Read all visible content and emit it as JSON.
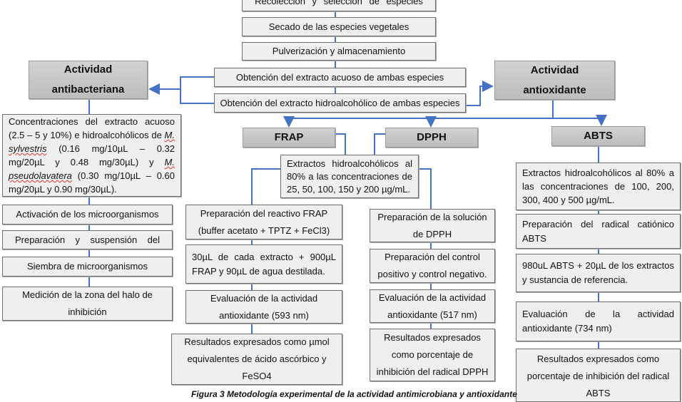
{
  "colors": {
    "connector": "#4472c4",
    "box_fill": "#efefef",
    "header_fill": "#c6c6c6"
  },
  "steps": {
    "recoleccion": "Recolección   y   selección   de   especies",
    "secado": "Secado de las especies vegetales",
    "pulverizacion": "Pulverización y almacenamiento",
    "acuoso": "Obtención del extracto acuoso de ambas especies",
    "hidroalcoholico": "Obtención del extracto hidroalcohólico de ambas especies"
  },
  "antibacterial": {
    "title": "Actividad antibacteriana",
    "conc_pre1": "Concentraciones del extracto acuoso (2.5 – 5 y 10%) e hidroalcohólicos de ",
    "conc_sp1": "M. sylvestris",
    "conc_mid": " (0.16 mg/10µL – 0.32 mg/20µL y 0.48 mg/30µL) y ",
    "conc_sp2": "M. pseudolavatera",
    "conc_end": " (0.30 mg/10µL – 0.60 mg/20µL y 0.90 mg/30µL).",
    "steps": [
      "Activación de los microorganismos",
      "Preparación    y    suspensión    del",
      "Siembra de microorganismos",
      "Medición de la zona del halo de inhibición"
    ]
  },
  "antioxidant": {
    "title": "Actividad antioxidante",
    "frap": {
      "title": "FRAP",
      "steps": [
        "Preparación del reactivo FRAP (buffer acetato + TPTZ + FeCl3)",
        "30µL de cada extracto + 900µL FRAP y 90µL de agua destilada.",
        "Evaluación de la actividad antioxidante (593 nm)",
        "Resultados expresados como µmol equivalentes de ácido ascórbico y FeSO4"
      ]
    },
    "shared_extract": "Extractos hidroalcohólicos al 80% a las concentraciones de 25, 50, 100, 150 y 200 µg/mL.",
    "dpph": {
      "title": "DPPH",
      "steps": [
        "Preparación de la solución de DPPH",
        "Preparación del control positivo y control negativo.",
        "Evaluación de la actividad antioxidante (517 nm)",
        "Resultados expresados como porcentaje de inhibición del radical DPPH"
      ]
    },
    "abts": {
      "title": "ABTS",
      "extract": "Extractos hidroalcohólicos al 80% a las concentraciones de 100, 200, 300, 400 y 500 µg/mL.",
      "steps": [
        "Preparación del radical catiónico ABTS",
        "980uL ABTS + 20µL de los extractos y sustancia de referencia.",
        "Evaluación de la actividad antioxidante (734 nm)",
        "Resultados expresados como porcentaje de inhibición del radical ABTS"
      ]
    }
  },
  "caption": "Figura 3 Metodología experimental de la actividad antimicrobiana y antioxidante"
}
